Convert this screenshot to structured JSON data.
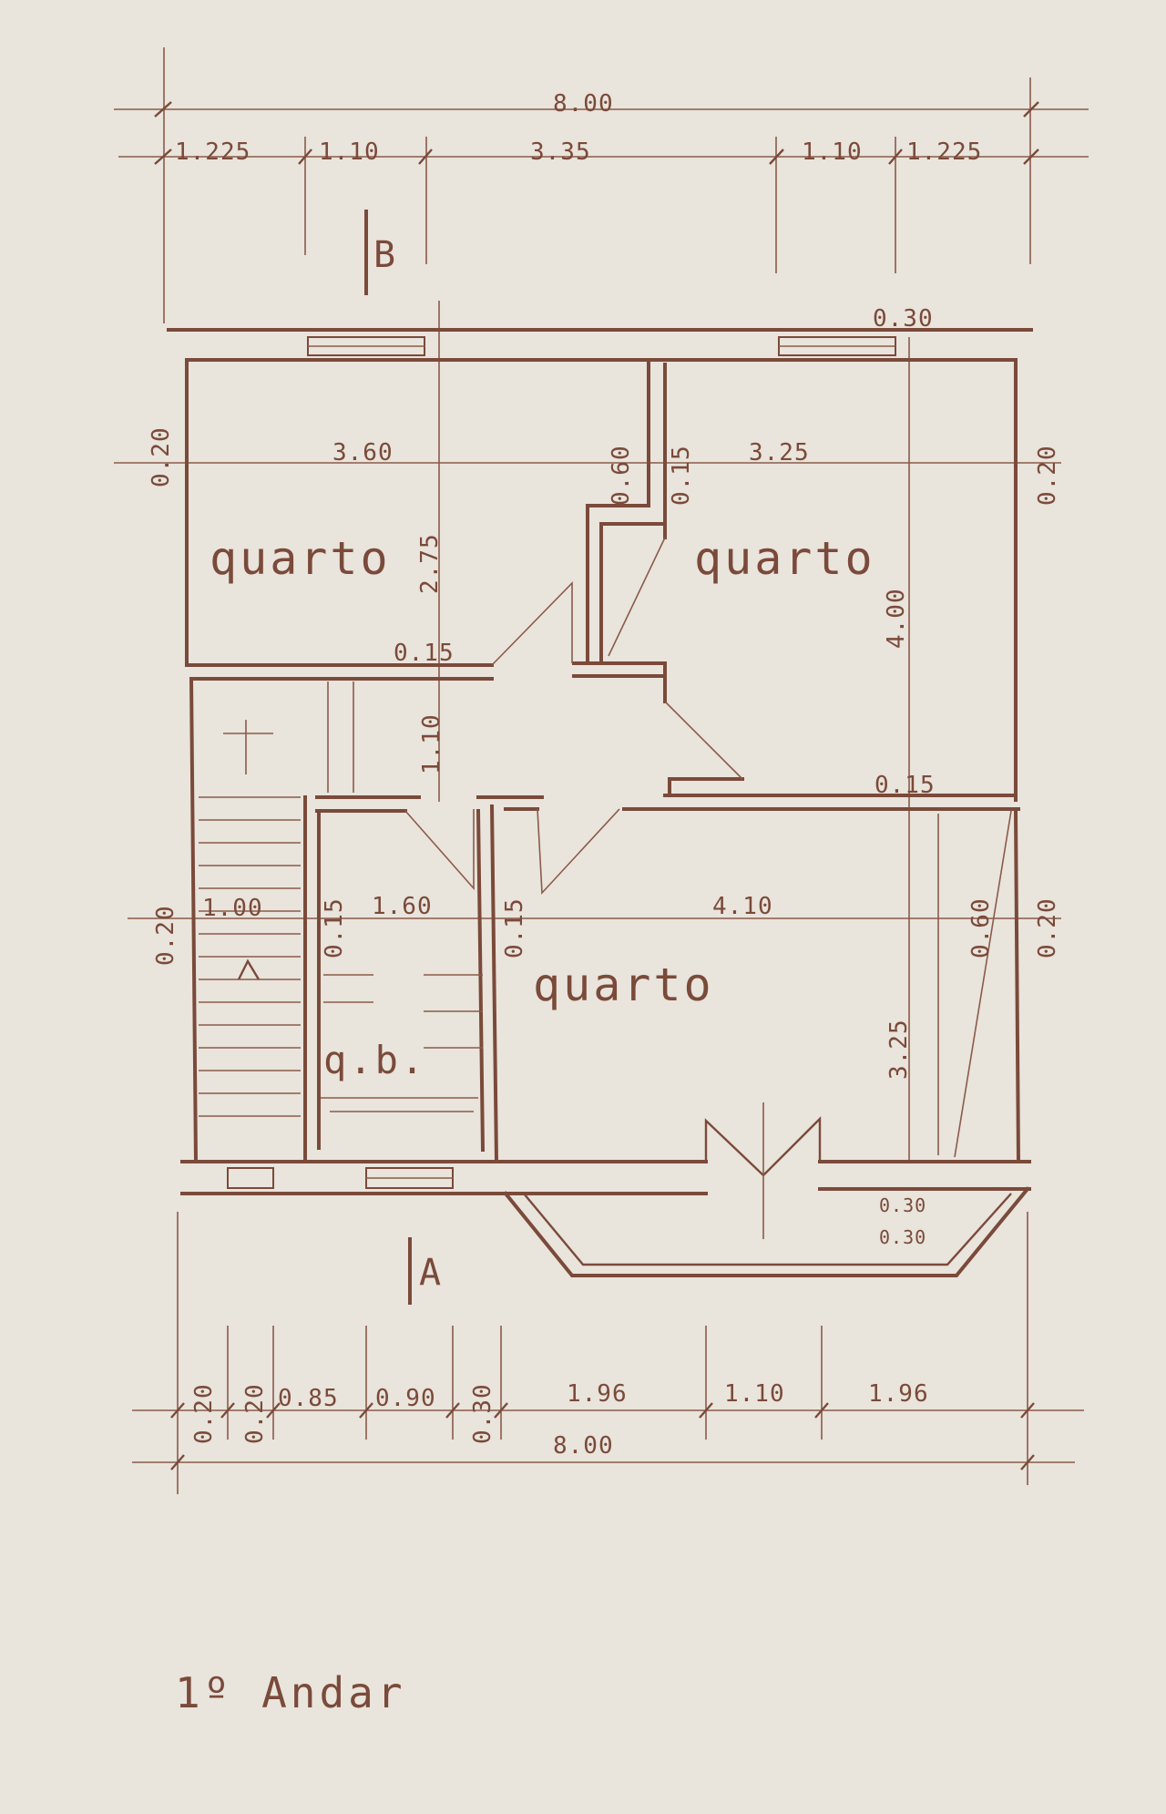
{
  "title": "1º Andar",
  "colors": {
    "paper": "#e9e4dc",
    "ink": "#7a4a3a"
  },
  "section_marks": {
    "b": "B",
    "a": "A"
  },
  "rooms": {
    "quarto_top_left": "quarto",
    "quarto_top_right": "quarto",
    "quarto_bottom_right": "quarto",
    "wc": "q.b."
  },
  "dimensions": {
    "top_total": "8.00",
    "top_seg1": "1.225",
    "top_seg2": "1.10",
    "top_seg3": "3.35",
    "top_seg4": "1.10",
    "top_seg5": "1.225",
    "wall_top_right": "0.30",
    "wall_left_upper": "0.20",
    "room1_width": "3.60",
    "partition1": "0.60",
    "partition2": "0.15",
    "room2_width": "3.25",
    "wall_right_upper": "0.20",
    "room1_depth": "2.75",
    "room2_depth": "4.00",
    "wall_mid_left": "0.15",
    "hall_depth": "1.10",
    "wall_mid_right": "0.15",
    "wall_left_lower": "0.20",
    "stair_width": "1.00",
    "partition3": "0.15",
    "wc_width": "1.60",
    "partition4": "0.15",
    "room3_width": "4.10",
    "closet_width": "0.60",
    "wall_right_lower": "0.20",
    "room3_depth": "3.25",
    "balcony_wall1": "0.30",
    "balcony_wall2": "0.30",
    "bottom_seg1": "0.20",
    "bottom_seg2": "0.20",
    "bottom_seg3": "0.85",
    "bottom_seg4": "0.90",
    "bottom_seg5": "0.30",
    "bottom_seg6": "1.96",
    "bottom_seg7": "1.10",
    "bottom_seg8": "1.96",
    "bottom_total": "8.00"
  }
}
